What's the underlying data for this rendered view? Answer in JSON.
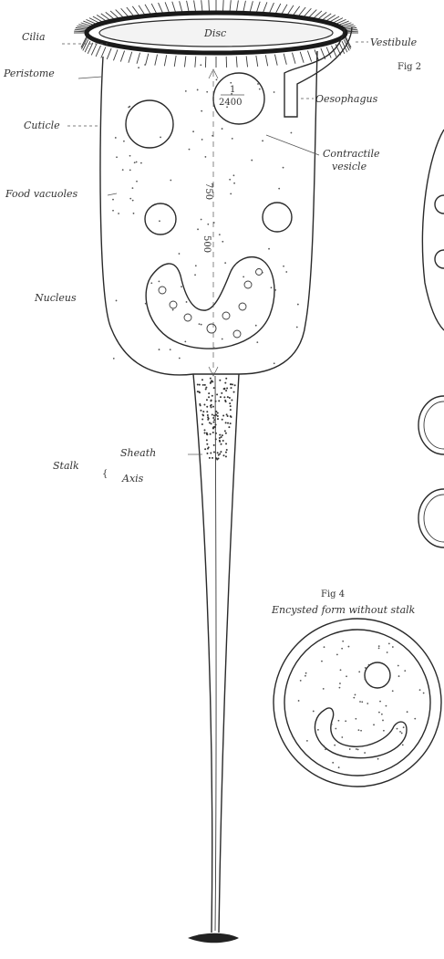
{
  "figure_labels": {
    "fig2": "Fig 2",
    "fig4": "Fig 4",
    "fig4_caption": "Encysted form without stalk"
  },
  "labels": {
    "cilia": "Cilia",
    "disc": "Disc",
    "vestibule": "Vestibule",
    "peristome": "Peristome",
    "oesophagus": "Oesophagus",
    "cuticle": "Cuticle",
    "contractile_vesicle": [
      "Contractile",
      "vesicle"
    ],
    "food_vacuoles": "Food vacuoles",
    "nucleus": "Nucleus",
    "stalk": "Stalk",
    "sheath": "Sheath",
    "axis": "Axis"
  },
  "scale": {
    "fraction_num": "1",
    "fraction_den": "2400",
    "upper": "750",
    "lower": "500"
  },
  "colors": {
    "ink": "#2a2a2a",
    "label": "#333333",
    "paper": "#ffffff"
  }
}
